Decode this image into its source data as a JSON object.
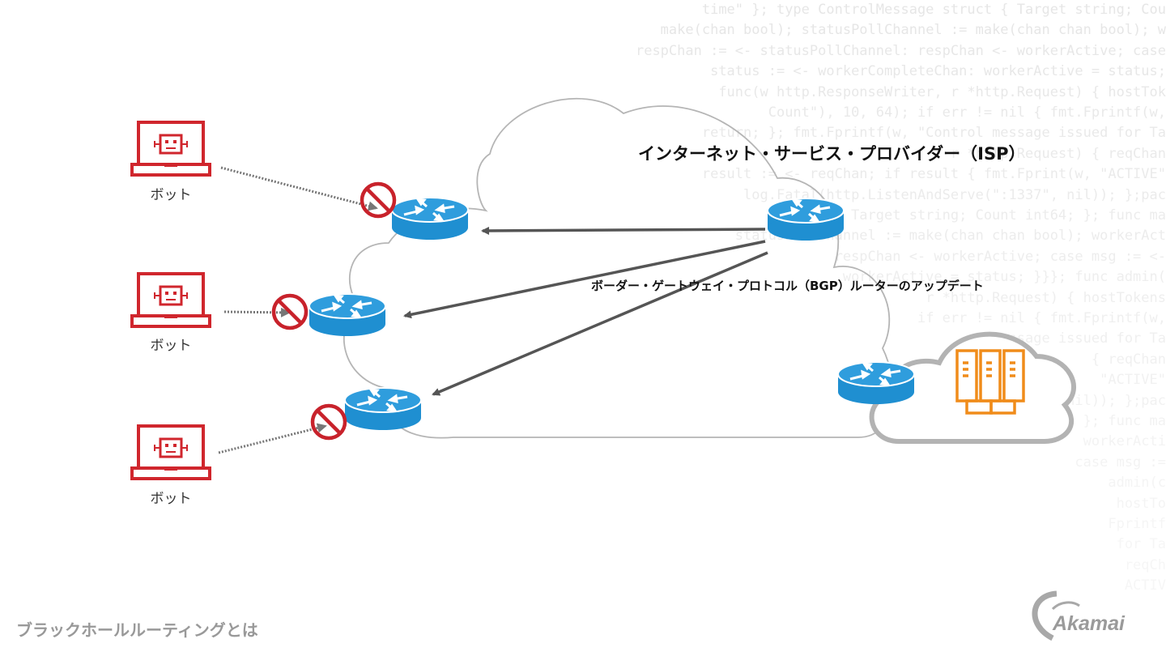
{
  "slide": {
    "footer_title": "ブラックホールルーティングとは",
    "logo_text": "Akamai"
  },
  "diagram": {
    "isp_title": "インターネット・サービス・プロバイダー（ISP）",
    "bgp_update_label": "ボーダー・ゲートウェイ・プロトコル（BGP）ルーターのアップデート",
    "bots": [
      {
        "label": "ボット",
        "status": "blocked"
      },
      {
        "label": "ボット",
        "status": "blocked"
      },
      {
        "label": "ボット",
        "status": "blocked"
      }
    ],
    "colors": {
      "bot_red": "#d0262d",
      "router_blue": "#1f8fd1",
      "server_orange": "#f08c1a",
      "arrow_gray": "#555555",
      "cloud_gray": "#b3b3b3"
    }
  },
  "background_code": [
    "time\" }; type ControlMessage struct { Target string; Cou",
    "make(chan bool); statusPollChannel := make(chan chan bool); w",
    "respChan := <- statusPollChannel: respChan <- workerActive; case",
    "status := <- workerCompleteChan: workerActive = status;",
    "func(w http.ResponseWriter, r *http.Request) { hostTok",
    "Count\"), 10, 64); if err != nil { fmt.Fprintf(w,",
    "return; }; fmt.Fprintf(w, \"Control message issued for Ta",
    "r *http.Request) { reqChan",
    "result := <- reqChan; if result { fmt.Fprint(w, \"ACTIVE\"",
    "log.Fatal(http.ListenAndServe(\":1337\", nil)); };pac",
    "Target string; Count int64; }; func ma",
    "statusPollChannel := make(chan chan bool); workerAct",
    "respChan <- workerActive; case msg := <-",
    "workerActive = status; }}}; func admin(",
    "r *http.Request) { hostTokens",
    "if err != nil { fmt.Fprintf(w,",
    "message issued for Ta",
    "{ reqChan",
    "\"ACTIVE\"",
    "nil)); };pac",
    "}; func ma",
    "workerActi",
    "case msg :=",
    "admin(c",
    "hostTo",
    "Fprintf",
    "for Ta",
    "reqCh",
    "ACTIV"
  ]
}
